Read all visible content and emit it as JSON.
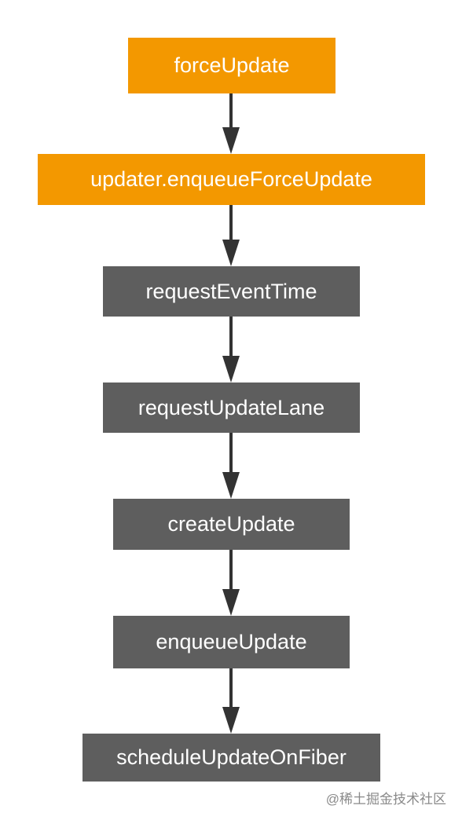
{
  "diagram": {
    "nodes": [
      {
        "label": "forceUpdate",
        "color": "#f39800"
      },
      {
        "label": "updater.enqueueForceUpdate",
        "color": "#f39800"
      },
      {
        "label": "requestEventTime",
        "color": "#5e5e5e"
      },
      {
        "label": "requestUpdateLane",
        "color": "#5e5e5e"
      },
      {
        "label": "createUpdate",
        "color": "#5e5e5e"
      },
      {
        "label": "enqueueUpdate",
        "color": "#5e5e5e"
      },
      {
        "label": "scheduleUpdateOnFiber",
        "color": "#5e5e5e"
      }
    ],
    "edge_color": "#333333"
  },
  "watermark": "@稀土掘金技术社区"
}
